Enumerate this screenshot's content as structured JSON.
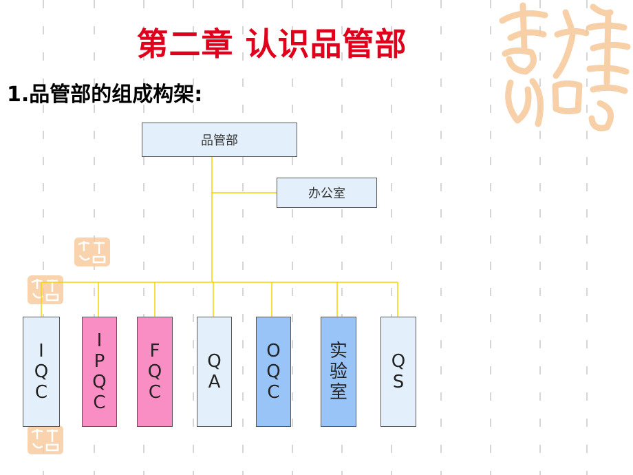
{
  "title": "第二章 认识品管部",
  "subtitle": "1.品管部的组成构架:",
  "seal_text": "吉祥如意",
  "colors": {
    "title": "#e0001b",
    "connector": "#f5d400",
    "light_box": "#e3f0fb",
    "pink_box": "#f98ec4",
    "blue_box": "#99c4f7",
    "seal": "#f6c89a"
  },
  "org_chart": {
    "root": "品管部",
    "staff": "办公室",
    "departments": [
      {
        "label": "I\nQ\nC",
        "color": "light"
      },
      {
        "label": "I\nP\nQ\nC",
        "color": "pink"
      },
      {
        "label": "F\nQ\nC",
        "color": "pink"
      },
      {
        "label": "Q\nA",
        "color": "light"
      },
      {
        "label": "O\nQ\nC",
        "color": "blue"
      },
      {
        "label": "实\n验\n室",
        "color": "blue"
      },
      {
        "label": "Q\nS",
        "color": "light"
      }
    ]
  }
}
